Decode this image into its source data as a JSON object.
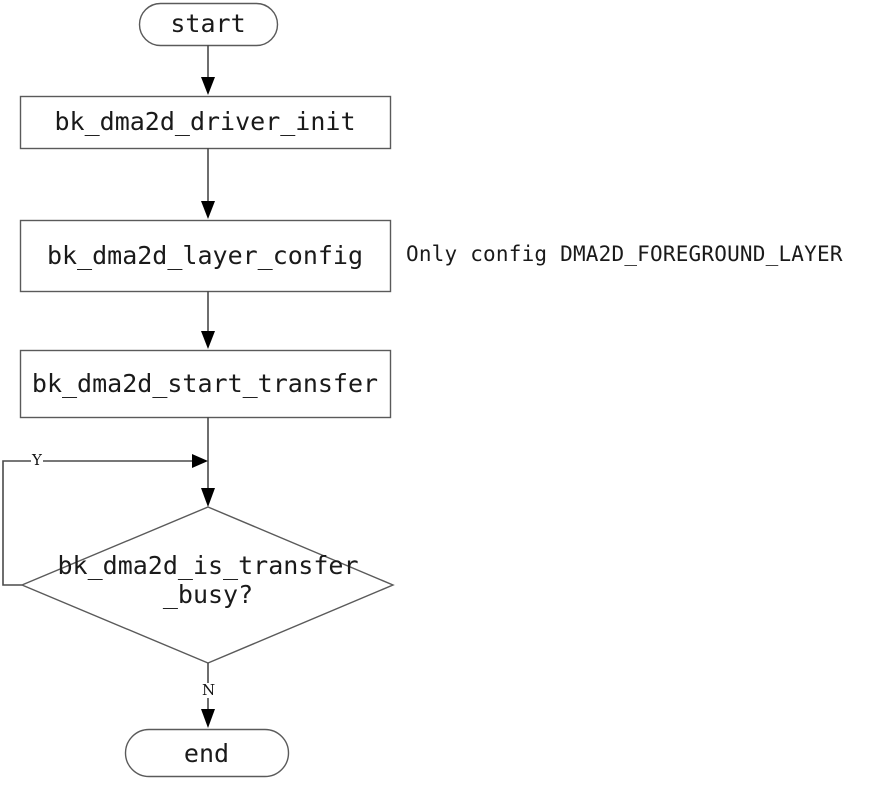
{
  "diagram": {
    "type": "flowchart",
    "title_text": "",
    "colors": {
      "background": "#ffffff",
      "node_stroke": "#5a5a5a",
      "edge_stroke": "#4a4a4a",
      "text": "#1a1a1a",
      "arrow_fill": "#000000"
    },
    "nodes": [
      {
        "id": "start",
        "kind": "terminal",
        "label": "start"
      },
      {
        "id": "driver_init",
        "kind": "process",
        "label": "bk_dma2d_driver_init"
      },
      {
        "id": "layer_config",
        "kind": "process",
        "label": "bk_dma2d_layer_config"
      },
      {
        "id": "start_xfer",
        "kind": "process",
        "label": "bk_dma2d_start_transfer"
      },
      {
        "id": "is_busy",
        "kind": "decision",
        "label_line1": "bk_dma2d_is_transfer",
        "label_line2": "_busy?"
      },
      {
        "id": "end",
        "kind": "terminal",
        "label": "end"
      }
    ],
    "edge_labels": {
      "yes": "Y",
      "no": "N"
    },
    "annotations": [
      {
        "id": "layer_config_note",
        "text": "Only config DMA2D_FOREGROUND_LAYER"
      }
    ]
  }
}
